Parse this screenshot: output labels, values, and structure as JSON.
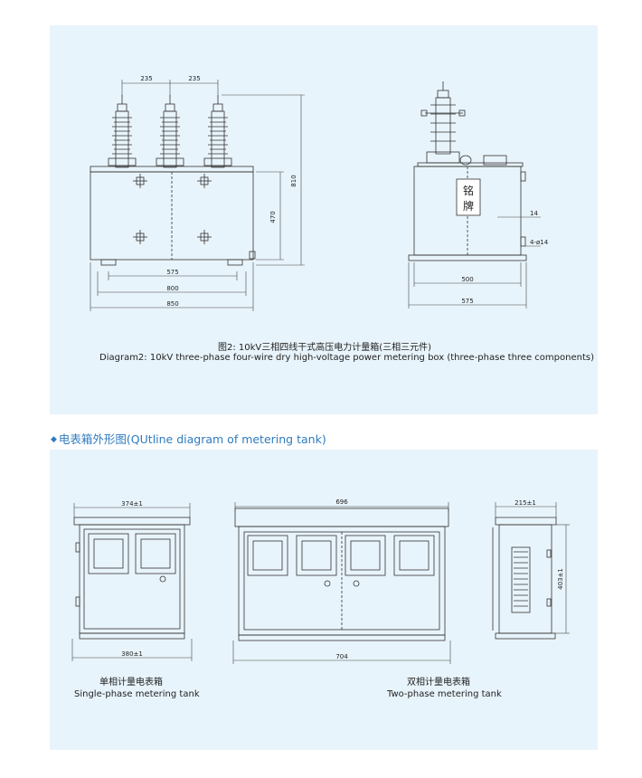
{
  "figure_top": {
    "caption_cn": "图2: 10kV三相四线干式高压电力计量箱(三相三元件)",
    "caption_en": "Diagram2: 10kV three-phase four-wire dry high-voltage power metering box (three-phase three components)",
    "front_dims": {
      "spacing_a": "235",
      "spacing_b": "235",
      "w575": "575",
      "w800": "800",
      "w850": "850",
      "h470": "470",
      "h810": "810"
    },
    "side_dims": {
      "w500": "500",
      "w575": "575",
      "d14": "14",
      "holes": "4-ø14"
    },
    "nameplate_1": "铭",
    "nameplate_2": "牌"
  },
  "section": {
    "bullet": "◆",
    "title": "电表箱外形图(QUtline diagram of metering tank)"
  },
  "figure_bottom": {
    "single": {
      "top_dim": "374±1",
      "bottom_dim": "380±1",
      "caption_cn": "单相计量电表箱",
      "caption_en": "Single-phase metering tank"
    },
    "two_phase": {
      "top_dim": "696",
      "bottom_dim": "704",
      "caption_cn": "双相计量电表箱",
      "caption_en": "Two-phase metering tank"
    },
    "side": {
      "top_dim": "215±1",
      "height_dim": "403±1"
    }
  }
}
